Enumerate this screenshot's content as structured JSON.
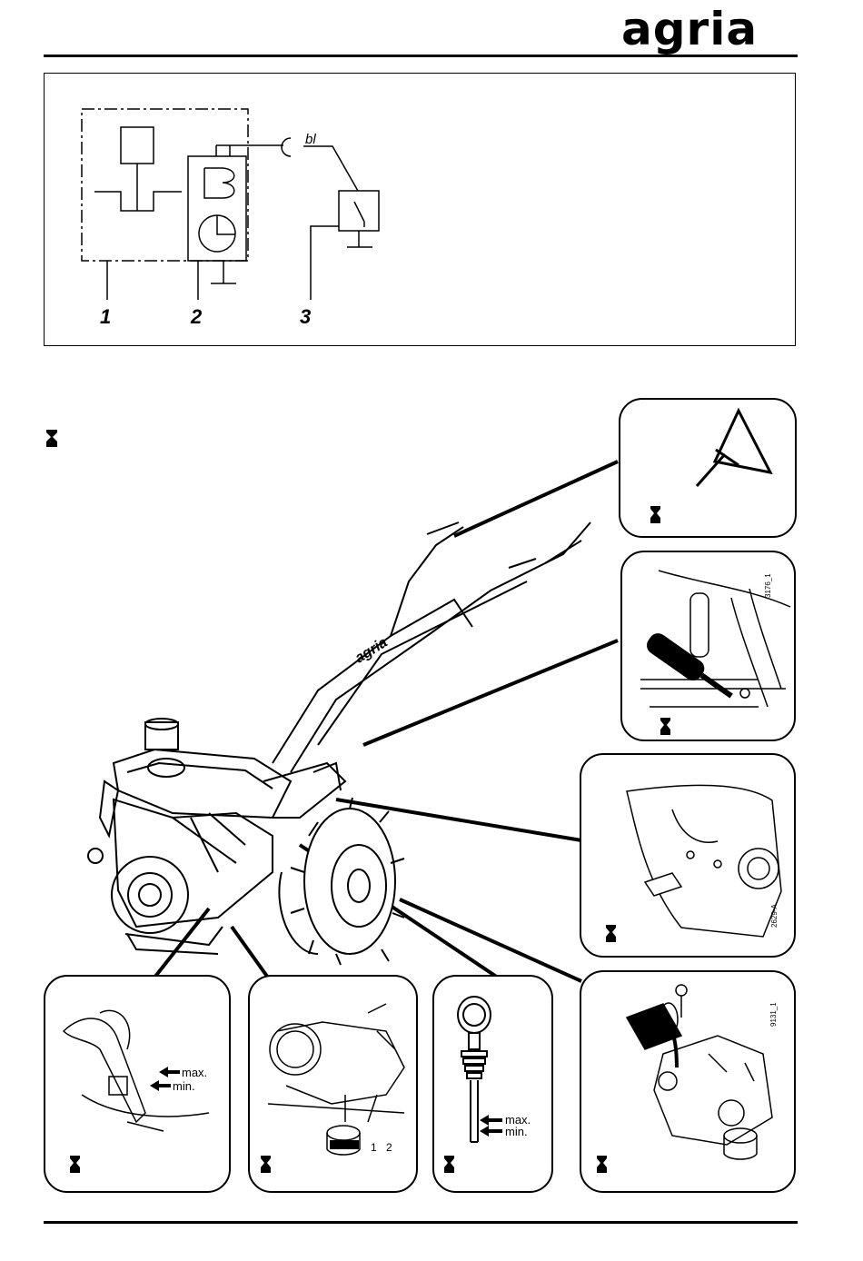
{
  "header": {
    "brand": "agria"
  },
  "wiring_diagram": {
    "wire_color": "bl",
    "labels": [
      "1",
      "2",
      "3"
    ]
  },
  "machine_illustration": {
    "handle_brand": "agria"
  },
  "panels": {
    "cable_adjust": {
      "ref": "3176_1"
    },
    "axle_oil": {
      "ref": "2629-A"
    },
    "transmission_fill": {
      "ref": "9131_1"
    },
    "engine_dipstick": {
      "max_label": "max.",
      "min_label": "min."
    },
    "drain_plugs": {
      "label_1": "1",
      "label_2": "2"
    },
    "dipstick": {
      "max_label": "max.",
      "min_label": "min."
    }
  },
  "icons": {
    "interval": "hourglass-icon"
  }
}
